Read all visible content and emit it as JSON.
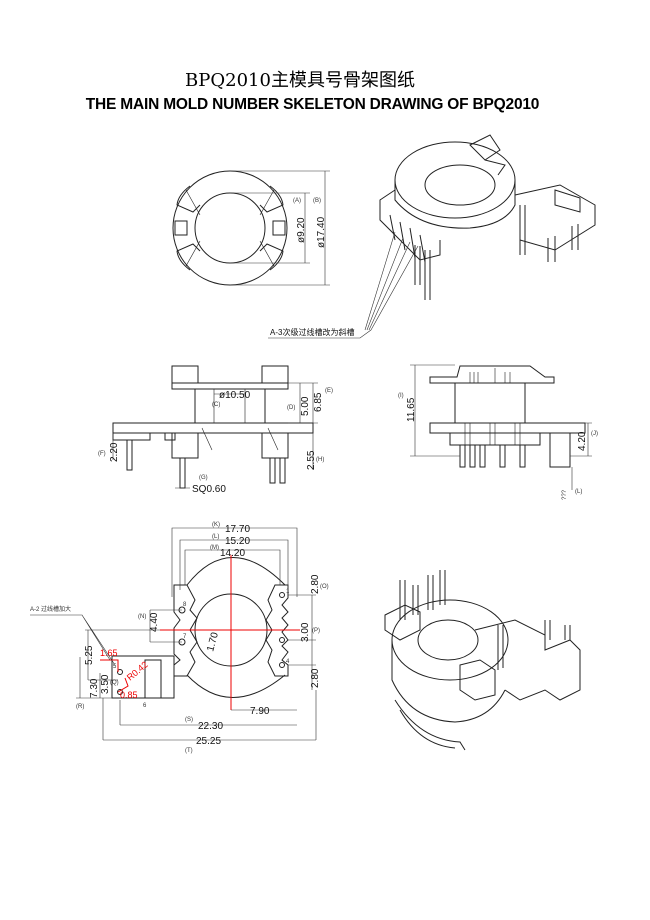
{
  "header": {
    "title_cn": "BPQ2010主模具号骨架图纸",
    "title_en": "THE MAIN MOLD NUMBER SKELETON DRAWING OF BPQ2010"
  },
  "top_view": {
    "dims": [
      {
        "tag": "(A)",
        "value": "ø9.20"
      },
      {
        "tag": "(B)",
        "value": "ø17.40"
      }
    ]
  },
  "note_a3": "A-3次级过线槽改为斜槽",
  "side_view": {
    "dims": [
      {
        "tag": "(C)",
        "value": "ø10.50"
      },
      {
        "tag": "(D)",
        "value": "5.00"
      },
      {
        "tag": "(E)",
        "value": "6.85"
      },
      {
        "tag": "(F)",
        "value": "2.20"
      },
      {
        "tag": "(H)",
        "value": "2.55"
      },
      {
        "tag": "(G)",
        "value": "SQ0.60"
      }
    ]
  },
  "end_view": {
    "dims": [
      {
        "tag": "(I)",
        "value": "11.65"
      },
      {
        "tag": "(J)",
        "value": "4.20"
      },
      {
        "tag": "(L)",
        "value": "???"
      }
    ]
  },
  "bottom_view": {
    "note_a2": "A-2 过线槽加大",
    "dims": [
      {
        "tag": "(K)",
        "value": "17.70"
      },
      {
        "tag": "(L)",
        "value": "15.20"
      },
      {
        "tag": "(M)",
        "value": "14.20"
      },
      {
        "tag": "(O)",
        "value": "2.80"
      },
      {
        "tag": "(P)",
        "value": "3.00"
      },
      {
        "tag": "",
        "value": "2.80"
      },
      {
        "tag": "(N)",
        "value": "4.40"
      },
      {
        "tag": "",
        "value": "5.25"
      },
      {
        "tag": "",
        "value": "1.70"
      },
      {
        "tag": "(R)",
        "value": "7.30"
      },
      {
        "tag": "(Q)",
        "value": "3.50"
      },
      {
        "tag": "",
        "value": "7.90"
      },
      {
        "tag": "(S)",
        "value": "22.30"
      },
      {
        "tag": "(T)",
        "value": "25.25"
      }
    ],
    "red_dims": [
      "1.65",
      "0.85",
      "R0.42"
    ],
    "pins": [
      "1",
      "8",
      "7",
      "6",
      "5",
      "4"
    ]
  }
}
